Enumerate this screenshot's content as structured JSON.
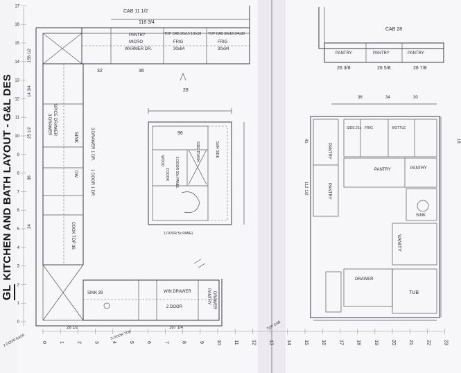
{
  "sheet": {
    "brand_logo": "GL",
    "brand_title": "KITCHEN AND BATH LAYOUT",
    "brand_sep": "-",
    "brand_company": "G&L DES"
  },
  "left_plan": {
    "top_label": "CAB 11 1/2",
    "top_wall": "118 3/4",
    "upper_cabinets": [
      {
        "name": "PANTRY",
        "line2": "MICRO",
        "line3": "WARMER DR."
      },
      {
        "name": "TOP CAB 30x15 1/2x18",
        "line2": "FRIG",
        "line3": "30x84"
      },
      {
        "name": "TOP CAB 30x18 3/4x30",
        "line2": "FRIG",
        "line3": "30x84"
      }
    ],
    "left_run": [
      {
        "label": "SINK"
      },
      {
        "label": "3 DRAWER 1 DR."
      },
      {
        "label": "DW"
      },
      {
        "label": "1 DOOR 1 DR"
      },
      {
        "label": "COOK TOP 36"
      }
    ],
    "side_labels": [
      "SPICE DRAWER",
      "3 DRAWER"
    ],
    "island": {
      "width": "96",
      "labels": [
        "WOOD",
        "2 DOOR",
        "1 DOOR 30x PANEL",
        "SIDE TRASH",
        "5x84 SIDE"
      ],
      "bottom_label": "1 DOOR 5x PANEL"
    },
    "bottom_run": [
      {
        "label": "SINK 39"
      },
      {
        "label": "WIN DRAWER",
        "line2": "2 DOOR"
      },
      {
        "label": "PANTRY",
        "line2": "DRAWER"
      }
    ],
    "bottom_dims": [
      "167 1/4",
      "28 1/2"
    ],
    "dims_left": [
      "158 1/2",
      "14 3/4",
      "25 1/2",
      "36",
      "24"
    ],
    "dims_top": [
      "32",
      "36",
      "28"
    ]
  },
  "right_plan": {
    "top_label": "CAB 28",
    "top_dims": [
      "26 3/8",
      "26 5/8",
      "26 7/8"
    ],
    "top_items": [
      "PANTRY",
      "PANTRY",
      "PANTRY"
    ],
    "upper_section": {
      "labels": [
        "SIDE 21x",
        "FRIG",
        "BOTTLE",
        "PANTRY",
        "PANTRY"
      ],
      "dims": [
        "36",
        "34",
        "30"
      ]
    },
    "middle_section": {
      "labels": [
        "PANTRY",
        "PANTRY",
        "SINK"
      ]
    },
    "lower_section": {
      "labels": [
        "VANITY",
        "DRAWER",
        "TUB"
      ]
    },
    "side_dims": [
      "41",
      "112 1/2",
      "18"
    ]
  },
  "bottom_ruler": {
    "ticks": [
      "0",
      "1",
      "2",
      "3",
      "4",
      "5",
      "6",
      "7",
      "8",
      "9",
      "10",
      "11",
      "12",
      "13",
      "14",
      "15",
      "16",
      "17",
      "18",
      "19",
      "20",
      "21",
      "22",
      "23"
    ]
  },
  "left_ruler": {
    "ticks": [
      "0",
      "1",
      "2",
      "3",
      "4",
      "5",
      "6",
      "7",
      "8",
      "9",
      "10",
      "11",
      "12",
      "13",
      "14",
      "15",
      "16",
      "17"
    ]
  },
  "margin_notes": [
    "2 DOOR BASE",
    "S.DOOR TOP",
    "TOP CAB"
  ]
}
